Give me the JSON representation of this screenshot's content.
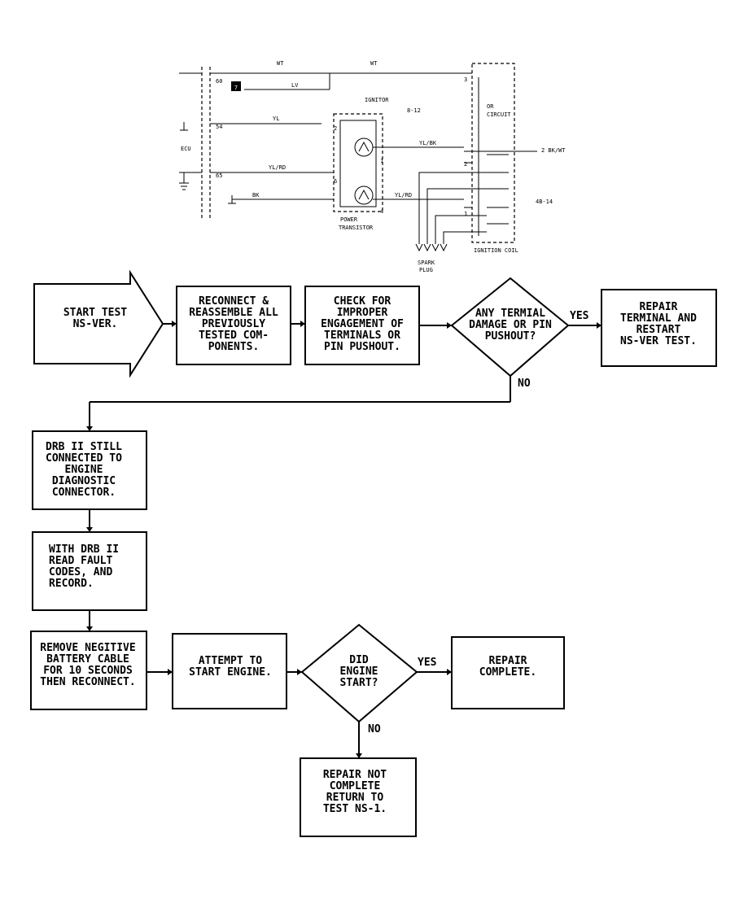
{
  "schematic": {
    "terminal_labels": [
      "60",
      "54",
      "65",
      "3",
      "2",
      "1",
      "2",
      "6",
      "4",
      "8-12",
      "4B-14"
    ],
    "wire_labels": [
      "WT",
      "WT",
      "LV",
      "YL",
      "YL/BK",
      "YL/RD",
      "YL/RD",
      "BK",
      "2 BK/WT"
    ],
    "connector_label": "ECU",
    "module_label": "IGNITOR",
    "transistor_label": "POWER\nTRANSISTOR",
    "coil_label": "IGNITION COIL",
    "spark_label": "SPARK\nPLUG",
    "circuit_label": "OR\nCIRCUIT",
    "fig_number": "7"
  },
  "flow": {
    "start": "START TEST\nNS-VER.",
    "step1": "RECONNECT &\nREASSEMBLE ALL\nPREVIOUSLY\nTESTED COM-\nPONENTS.",
    "step2": "CHECK FOR\nIMPROPER\nENGAGEMENT OF\nTERMINALS OR\nPIN PUSHOUT.",
    "decision1": "ANY TERMIAL\nDAMAGE OR PIN\nPUSHOUT?",
    "yes1": "YES",
    "no1": "NO",
    "repair1": "REPAIR\nTERMINAL AND\nRESTART\nNS-VER TEST.",
    "step3": "DRB II STILL\nCONNECTED TO\nENGINE\nDIAGNOSTIC\nCONNECTOR.",
    "step4": "WITH DRB II\nREAD FAULT\nCODES, AND\nRECORD.",
    "step5": "REMOVE NEGITIVE\nBATTERY CABLE\nFOR 10 SECONDS\nTHEN RECONNECT.",
    "step6": "ATTEMPT TO\nSTART ENGINE.",
    "decision2": "DID\nENGINE\nSTART?",
    "yes2": "YES",
    "no2": "NO",
    "repair2": "REPAIR\nCOMPLETE.",
    "repair3": "REPAIR NOT\nCOMPLETE\nRETURN TO\nTEST NS-1."
  }
}
